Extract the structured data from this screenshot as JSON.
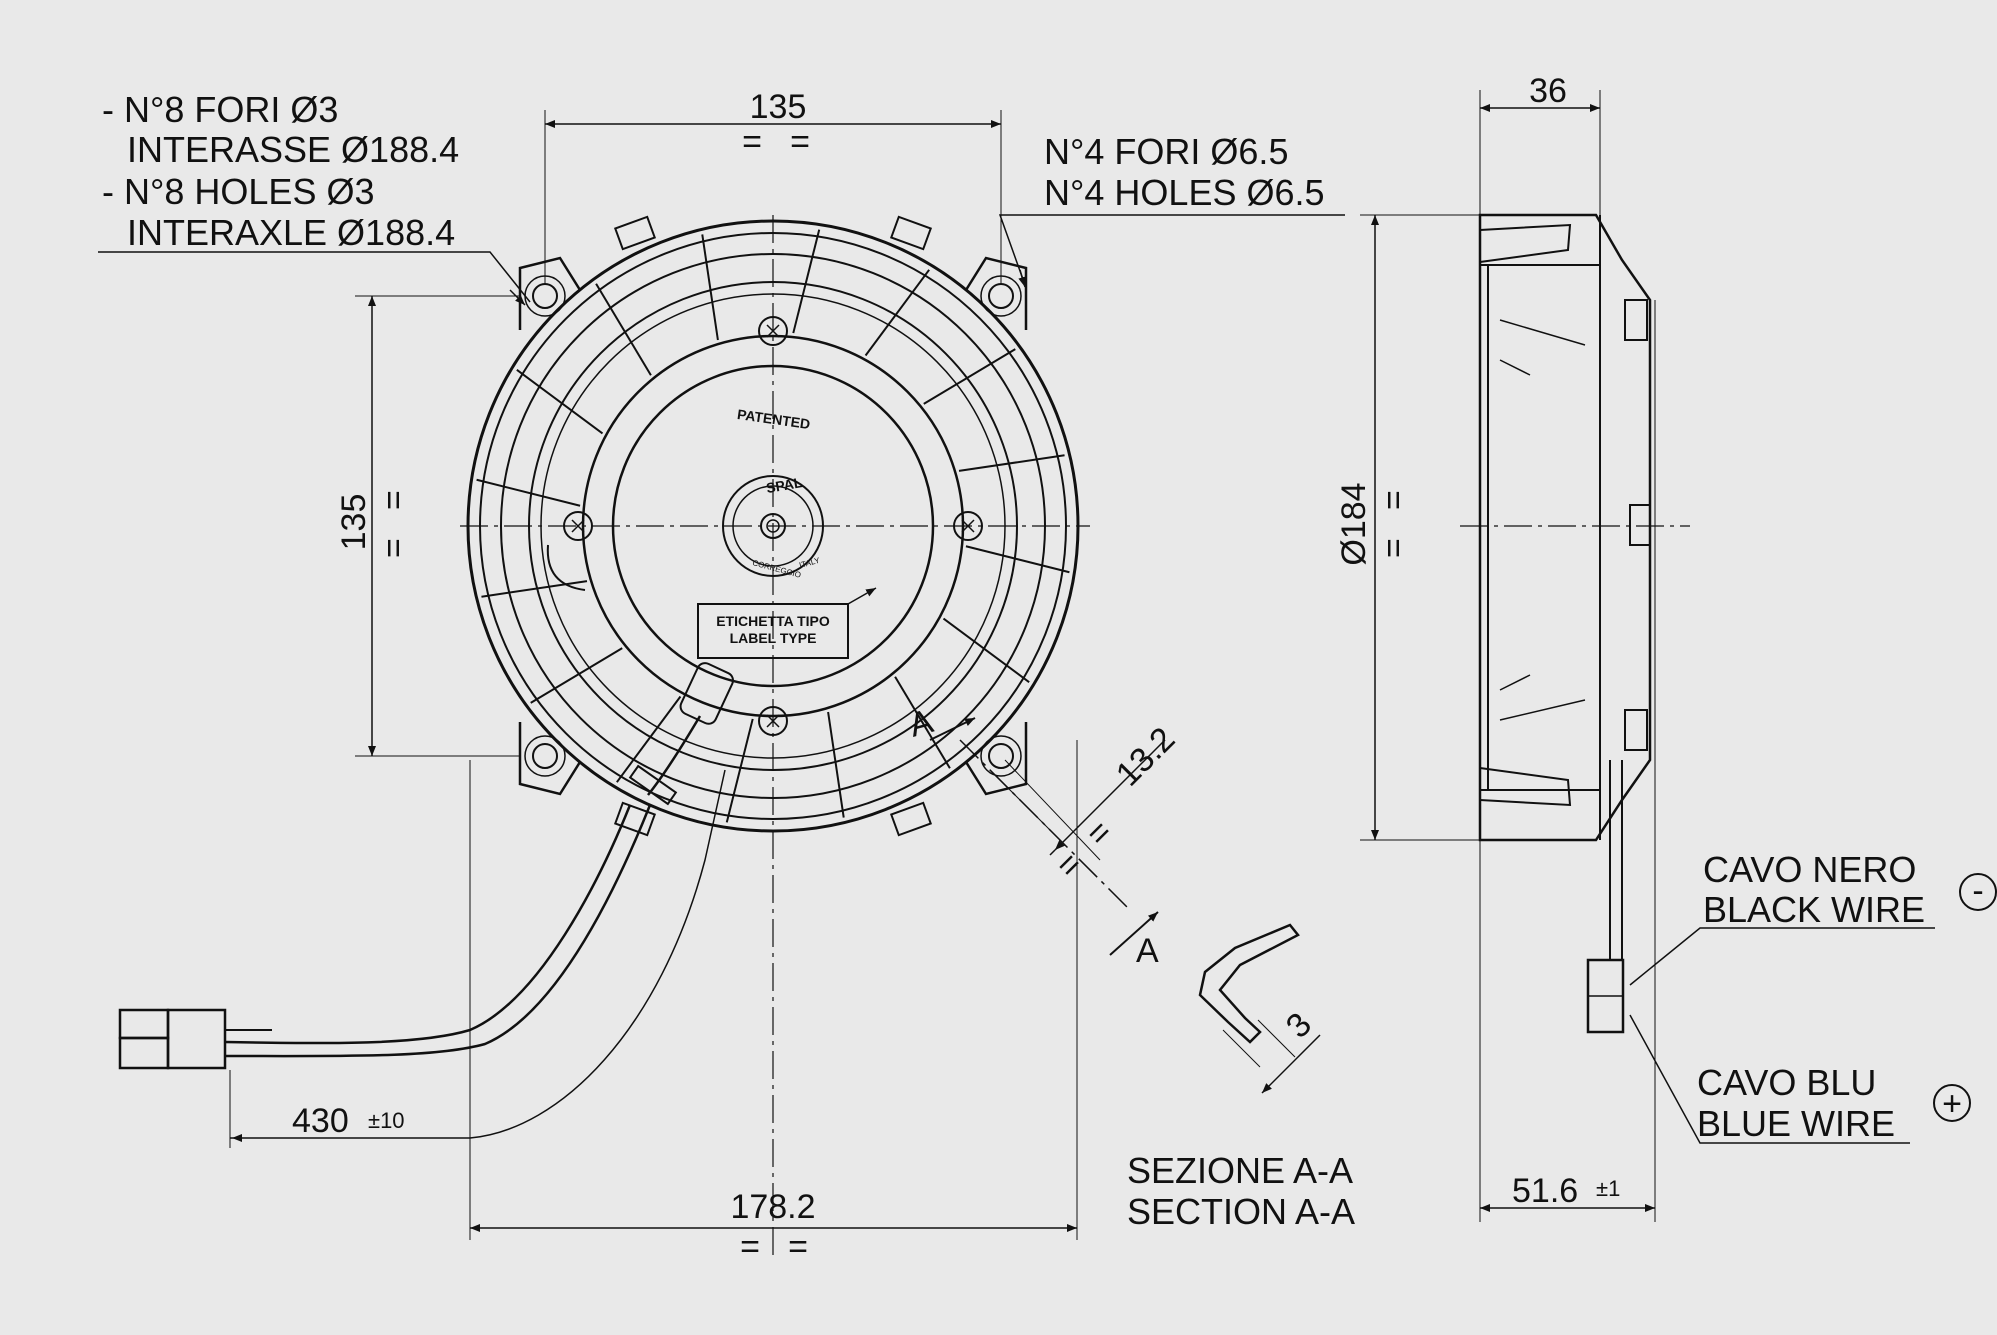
{
  "labels": {
    "holes_8_it": "- N°8 FORI Ø3",
    "interasse": "INTERASSE Ø188.4",
    "holes_8_en": "- N°8 HOLES Ø3",
    "interaxle": "INTERAXLE Ø188.4",
    "holes_4_it": "N°4 FORI Ø6.5",
    "holes_4_en": "N°4 HOLES Ø6.5",
    "patented": "PATENTED",
    "brand": "SPAL",
    "origin_1": "CORREGGIO",
    "origin_2": "ITALY",
    "label_it": "ETICHETTA TIPO",
    "label_en": "LABEL TYPE",
    "section_marker": "A",
    "section_it": "SEZIONE A-A",
    "section_en": "SECTION A-A",
    "black_it": "CAVO NERO",
    "black_en": "BLACK WIRE",
    "blue_it": "CAVO BLU",
    "blue_en": "BLUE WIRE",
    "minus": "-",
    "plus": "+",
    "equal_mark": "="
  },
  "dimensions": {
    "top_width": "135",
    "left_height": "135",
    "bottom_width": "178.2",
    "cable_length": "430",
    "cable_tol": "±10",
    "side_depth": "36",
    "side_diameter": "Ø184",
    "side_total": "51.6",
    "side_tol": "±1",
    "section_offset": "13.2",
    "section_thickness": "3"
  },
  "colors": {
    "background": "#e9e9e9",
    "ink": "#111111"
  }
}
